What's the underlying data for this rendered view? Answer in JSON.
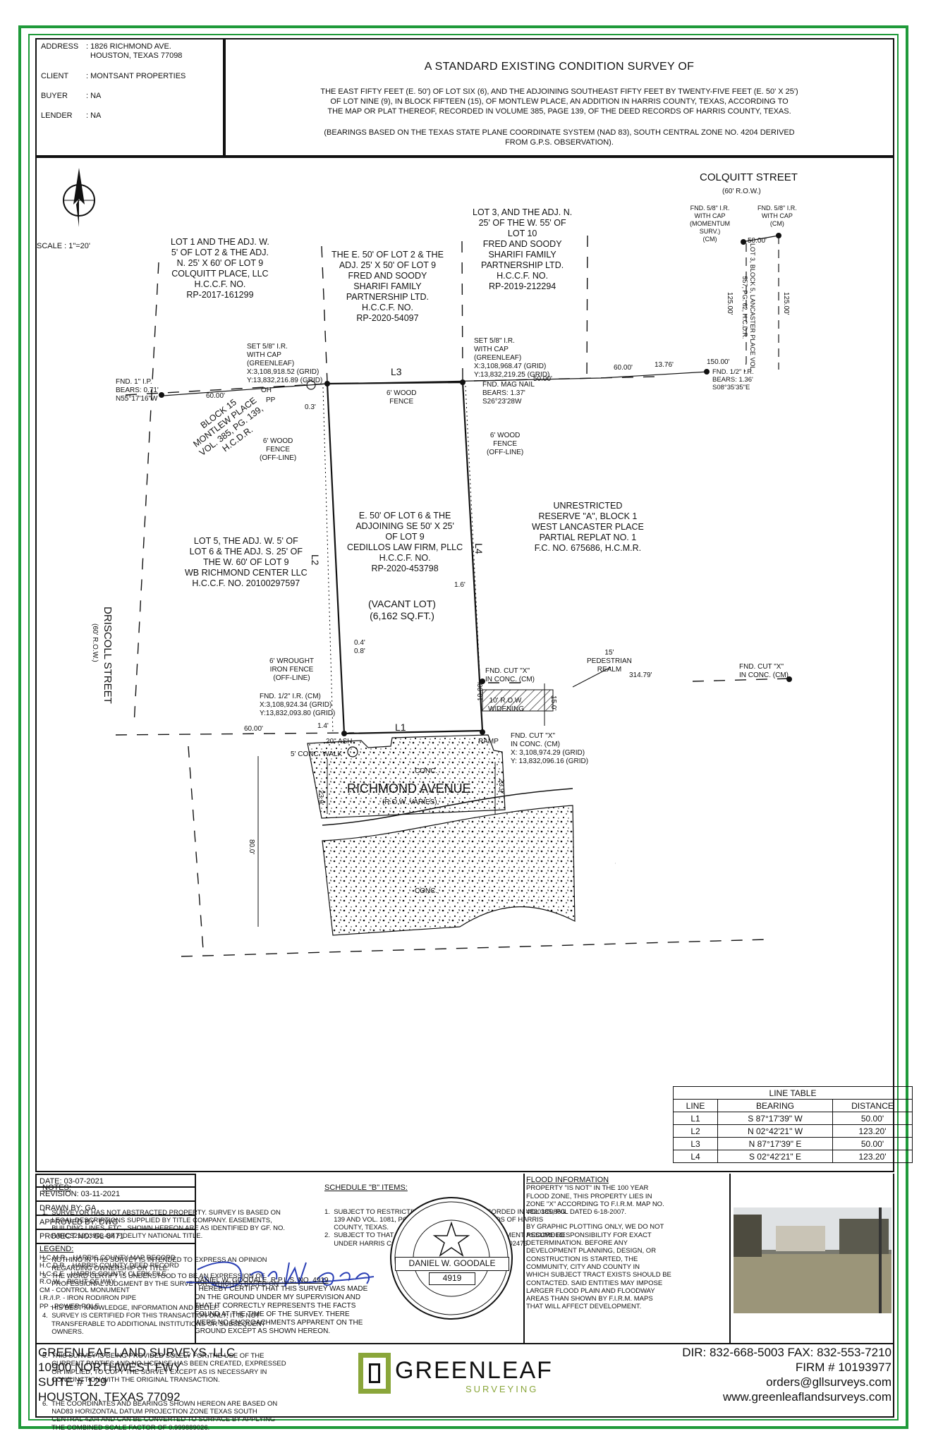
{
  "header": {
    "address_label": "ADDRESS",
    "address_line1": ": 1826 RICHMOND AVE.",
    "address_line2": "HOUSTON, TEXAS 77098",
    "client_label": "CLIENT",
    "client_value": ": MONTSANT PROPERTIES",
    "buyer_label": "BUYER",
    "buyer_value": ": NA",
    "lender_label": "LENDER",
    "lender_value": ": NA",
    "title": "A STANDARD EXISTING CONDITION SURVEY OF",
    "desc1": "THE EAST FIFTY FEET (E. 50') OF LOT SIX (6), AND THE ADJOINING SOUTHEAST FIFTY FEET BY TWENTY-FIVE FEET (E. 50' X 25')",
    "desc2": "OF LOT NINE (9), IN BLOCK FIFTEEN (15), OF MONTLEW PLACE, AN ADDITION IN HARRIS COUNTY, TEXAS, ACCORDING TO",
    "desc3": "THE MAP OR PLAT THEREOF, RECORDED IN VOLUME 385, PAGE 139, OF THE DEED RECORDS OF HARRIS COUNTY, TEXAS.",
    "bearing1": "(BEARINGS BASED ON THE TEXAS STATE PLANE COORDINATE SYSTEM (NAD 83), SOUTH CENTRAL ZONE NO. 4204 DERIVED",
    "bearing2": "FROM G.P.S. OBSERVATION)."
  },
  "plat": {
    "scale": "SCALE : 1\"=20'",
    "colquitt": "COLQUITT STREET",
    "colquitt_row": "(60' R.O.W.)",
    "lot1": [
      "LOT 1 AND THE ADJ. W.",
      "5' OF LOT 2 & THE ADJ.",
      "N. 25' X 60' OF LOT 9",
      "COLQUITT PLACE, LLC",
      "H.C.C.F. NO.",
      "RP-2017-161299"
    ],
    "lot2": [
      "THE E. 50' OF LOT 2 & THE",
      "ADJ. 25' X 50' OF LOT 9",
      "FRED AND SOODY",
      "SHARIFI FAMILY",
      "PARTNERSHIP LTD.",
      "H.C.C.F. NO.",
      "RP-2020-54097"
    ],
    "lot3": [
      "LOT 3, AND THE ADJ. N.",
      "25' OF THE W. 55' OF",
      "LOT 10",
      "FRED AND SOODY",
      "SHARIFI FAMILY",
      "PARTNERSHIP LTD.",
      "H.C.C.F. NO.",
      "RP-2019-212294"
    ],
    "block15": [
      "BLOCK 15",
      "MONTLEW PLACE",
      "VOL. 385, PG. 139,",
      "H.C.D.R."
    ],
    "lot5": [
      "LOT 5, THE ADJ. W. 5' OF",
      "LOT 6 & THE ADJ. S. 25' OF",
      "THE W. 60' OF LOT 9",
      "WB RICHMOND CENTER LLC",
      "H.C.C.F. NO. 20100297597"
    ],
    "subject": [
      "E. 50' OF LOT 6 &  THE",
      "ADJOINING SE 50' X 25'",
      "OF LOT 9",
      "CEDILLOS LAW FIRM, PLLC",
      "H.C.C.F. NO.",
      "RP-2020-453798"
    ],
    "vacant": [
      "(VACANT LOT)",
      "(6,162 SQ.FT.)"
    ],
    "reserve": [
      "UNRESTRICTED",
      "RESERVE \"A\", BLOCK 1",
      "WEST LANCASTER PLACE",
      "PARTIAL REPLAT NO. 1",
      "F.C. NO. 675686, H.C.M.R."
    ],
    "driscoll": "DRISCOLL STREET",
    "driscoll_row": "(60' R.O.W.)",
    "richmond": "RICHMOND AVENUE",
    "richmond_row": "(R.O.W. VARIES)",
    "lancaster": "LOT 3, BLOCK 5, LANCASTER PLACE VOL. 557, PG. 62, H.C.D.R.",
    "ann": {
      "set_nw": [
        "SET 5/8\" I.R.",
        "WITH CAP",
        "(GREENLEAF)",
        "X:3,108,918.52 (GRID)",
        "Y:13,832,216.89 (GRID)"
      ],
      "set_ne": [
        "SET 5/8\" I.R.",
        "WITH CAP",
        "(GREENLEAF)",
        "X:3,108,968.47 (GRID)",
        "Y:13,832,219.25 (GRID)"
      ],
      "fnd_ip": [
        "FND. 1\" I.P.",
        "BEARS: 0.71'",
        "N55°17'16\"W"
      ],
      "mag_nail": [
        "FND. MAG NAIL",
        "BEARS: 1.37'",
        "S26°23'28W"
      ],
      "fnd_58_mom": [
        "FND. 5/8\" I.R.",
        "WITH CAP",
        "(MOMENTUM",
        "SURV.)",
        "(CM)"
      ],
      "fnd_58_cap": [
        "FND. 5/8\" I.R.",
        "WITH CAP",
        "(CM)"
      ],
      "fnd_12_ne": [
        "FND. 1/2\" I.R.",
        "BEARS: 1.36'",
        "S08°35'35\"E"
      ],
      "wood_top": [
        "6' WOOD",
        "FENCE"
      ],
      "wood_left": [
        "6' WOOD",
        "FENCE",
        "(OFF-LINE)"
      ],
      "wood_right": [
        "6' WOOD",
        "FENCE",
        "(OFF-LINE)"
      ],
      "iron_fence": [
        "6' WROUGHT",
        "IRON FENCE",
        "(OFF-LINE)"
      ],
      "fnd_12_sw": [
        "FND. 1/2\" I.R. (CM)",
        "X:3,108,924.34 (GRID)",
        "Y:13,832,093.80 (GRID)"
      ],
      "cut_x_1": [
        "FND. CUT \"X\"",
        "IN CONC. (CM)"
      ],
      "cut_x_2": [
        "FND. CUT \"X\"",
        "IN CONC. (CM)"
      ],
      "cut_x_3": [
        "FND. CUT \"X\"",
        "IN CONC. (CM)",
        "X: 3,108,974.29 (GRID)",
        "Y: 13,832,096.16 (GRID)"
      ],
      "pedestrian": [
        "15'",
        "PEDESTRIAN",
        "REALM"
      ],
      "row_widening": [
        "10' R.O.W.",
        "WIDENING"
      ]
    },
    "dims": {
      "d60a": "60.00'",
      "d50a": "50.00'",
      "d60b": "60.00'",
      "d1376": "13.76'",
      "d150": "150.00'",
      "d5000c": "50.00'",
      "d125a": "125.00'",
      "d125b": "125.00'",
      "d03": "0.3'",
      "d16": "1.6'",
      "d04": "0.4'",
      "d08": "0.8'",
      "d14": "1.4'",
      "d6000s": "60.00'",
      "d31479": "314.79'",
      "d150r": "15.0'",
      "d1000": "10.00'",
      "d239a": "23.9'",
      "d239b": "23.9'",
      "d800": "80.0'",
      "ash": "20\" ASH",
      "ramp": "RAMP",
      "walk": "5' CONC. WALK",
      "conc1": "CONC.",
      "conc2": "CONC.",
      "L1": "L1",
      "L2": "L2",
      "L3": "L3",
      "L4": "L4",
      "oh": "OH",
      "pp": "PP"
    }
  },
  "notes": {
    "title": "NOTES:",
    "items": [
      "1.  SURVEYOR HAS NOT ABSTRACTED PROPERTY. SURVEY IS BASED ON",
      "     LEGAL DESCRIPTIONS SUPPLIED BY TITLE COMPANY. EASEMENTS,",
      "     BUILDING LINES, ETC., SHOWN HEREON ARE AS IDENTIFIED BY GF. NO.",
      "     FAHCS21003903 OF FIDELITY NATIONAL TITLE.",
      "2.  NOTHING IN THIS SURVEY IS INTENDED TO EXPRESS AN OPINION",
      "     REGARDING OWNERSHIP OR TITLE.",
      "3.  THE WORD CERTIFY IS UNDERSTOOD TO BE AN EXPRESSION OF",
      "     PROFESSIONAL JUDGMENT BY THE SURVEYOR, WHICH IS BASED ON",
      "     HIS BEST KNOWLEDGE, INFORMATION AND BELIEF.",
      "4.  SURVEY IS CERTIFIED FOR THIS TRANSACTION ONLY; IT IS NOT",
      "     TRANSFERABLE TO ADDITIONAL INSTITUTIONS OR SUBSEQUENT",
      "     OWNERS.",
      "5.  THIS SURVEY IS BEING PROVIDED SOLELY FOR THE USE OF THE",
      "     CURRENT PARTIES AND NO LICENSE HAS BEEN CREATED, EXPRESSED",
      "     OR IMPLIED, TO COPY THE SURVEY EXCEPT AS IS NECESSARY IN",
      "     CONJUNCTION WITH THE ORIGINAL TRANSACTION.",
      "6.  THE COORDINATES AND BEARINGS SHOWN HEREON ARE BASED ON",
      "     NAD83 HORIZONTAL DATUM PROJECTION ZONE TEXAS SOUTH",
      "     CENTRAL 4204 AND CAN BE CONVERTED TO SURFACE BY APPLYING",
      "     THE COMBINED SCALE FACTOR OF 0.999889026."
    ]
  },
  "schedule": {
    "title": "SCHEDULE \"B\" ITEMS:",
    "items": [
      "1.  SUBJECT TO RESTRICTIVE COVENANTS AS RECORDED IN VOL 385, PG.",
      "     139 AND VOL. 1081, PG. 557 OF THE DEED RECORDS OF HARRIS",
      "     COUNTY, TEXAS.",
      "2.  SUBJECT TO THAT CERTAIN BOUNDARY LINE AGREEMENT RECORDED",
      "     UNDER HARRIS COUNTY CLERK'S FILE NO. RP-2020-402476."
    ]
  },
  "line_table": {
    "title": "LINE TABLE",
    "headers": [
      "LINE",
      "BEARING",
      "DISTANCE"
    ],
    "rows": [
      [
        "L1",
        "S 87°17'39\" W",
        "50.00'"
      ],
      [
        "L2",
        "N 02°42'21\" W",
        "123.20'"
      ],
      [
        "L3",
        "N 87°17'39\" E",
        "50.00'"
      ],
      [
        "L4",
        "S 02°42'21\" E",
        "123.20'"
      ]
    ]
  },
  "info": {
    "date": "DATE: 03-07-2021",
    "revision": "REVISION: 03-11-2021",
    "drawn": "DRAWN BY: GA",
    "approved": "APPROVED BY: DWG",
    "project": "PROJECT NO: GL-8471",
    "legend_title": "LEGEND:",
    "legend": [
      "H.C.M.R. - HARRIS COUNTY MAP RECORD",
      "H.C.D.R. - HARRIS COUNTY DEED RECORD",
      "H.C.C.F. - HARRIS COUNTY CLERK FILE",
      "R.O.W. - RIGHT OF WAY",
      "CM - CONTROL MONUMENT",
      "I.R./I.P. - IRON ROD/IRON PIPE",
      "PP - POWER POLE"
    ]
  },
  "cert": {
    "name": "DANIEL W. GOODALE, R.P.L.S. NO. 4919",
    "text": [
      "I HEREBY CERTIFY THAT THIS SURVEY WAS MADE",
      "ON THE GROUND UNDER MY  SUPERVISION AND",
      "THAT IT CORRECTLY REPRESENTS THE FACTS",
      "FOUND AT  THE TIME OF THE SURVEY. THERE",
      "WERE NO ENCROACHMENTS APPARENT ON THE",
      "GROUND EXCEPT AS SHOWN HEREON."
    ],
    "seal_name": "DANIEL W. GOODALE",
    "seal_number": "4919"
  },
  "flood": {
    "title": "FLOOD INFORMATION",
    "l1": "PROPERTY \"IS NOT\" IN THE 100 YEAR",
    "l2": "FLOOD ZONE, THIS PROPERTY LIES IN",
    "l3": "ZONE \"X\" ACCORDING TO F.I.R.M. MAP NO.",
    "l4": "48201C0860L DATED 6-18-2007.",
    "body": [
      "BY GRAPHIC PLOTTING ONLY, WE DO NOT",
      "ASSUME RESPONSIBILITY FOR EXACT",
      "DETERMINATION. BEFORE ANY",
      "DEVELOPMENT PLANNING, DESIGN, OR",
      "CONSTRUCTION IS STARTED, THE",
      "COMMUNITY, CITY AND COUNTY IN",
      "WHICH SUBJECT TRACT EXISTS SHOULD BE",
      "CONTACTED. SAID ENTITIES MAY IMPOSE",
      "LARGER FLOOD PLAIN AND FLOODWAY",
      "AREAS THAN SHOWN BY F.I.R.M. MAPS",
      "THAT WILL AFFECT DEVELOPMENT."
    ]
  },
  "footer": {
    "company": "GREENLEAF LAND SURVEYS, LLC",
    "addr1": "10900 NORTHWEST FWY",
    "addr2": "SUITE # 129",
    "addr3": "HOUSTON, TEXAS 77092",
    "logo_word": "GREENLEAF",
    "logo_sub": "SURVEYING",
    "phone": "DIR: 832-668-5003  FAX: 832-553-7210",
    "firm": "FIRM # 10193977",
    "email": "orders@gllsurveys.com",
    "web": "www.greenleaflandsurveys.com"
  },
  "colors": {
    "frame": "#1f9a3a",
    "ink": "#111111",
    "signature": "#2a3fb5"
  }
}
